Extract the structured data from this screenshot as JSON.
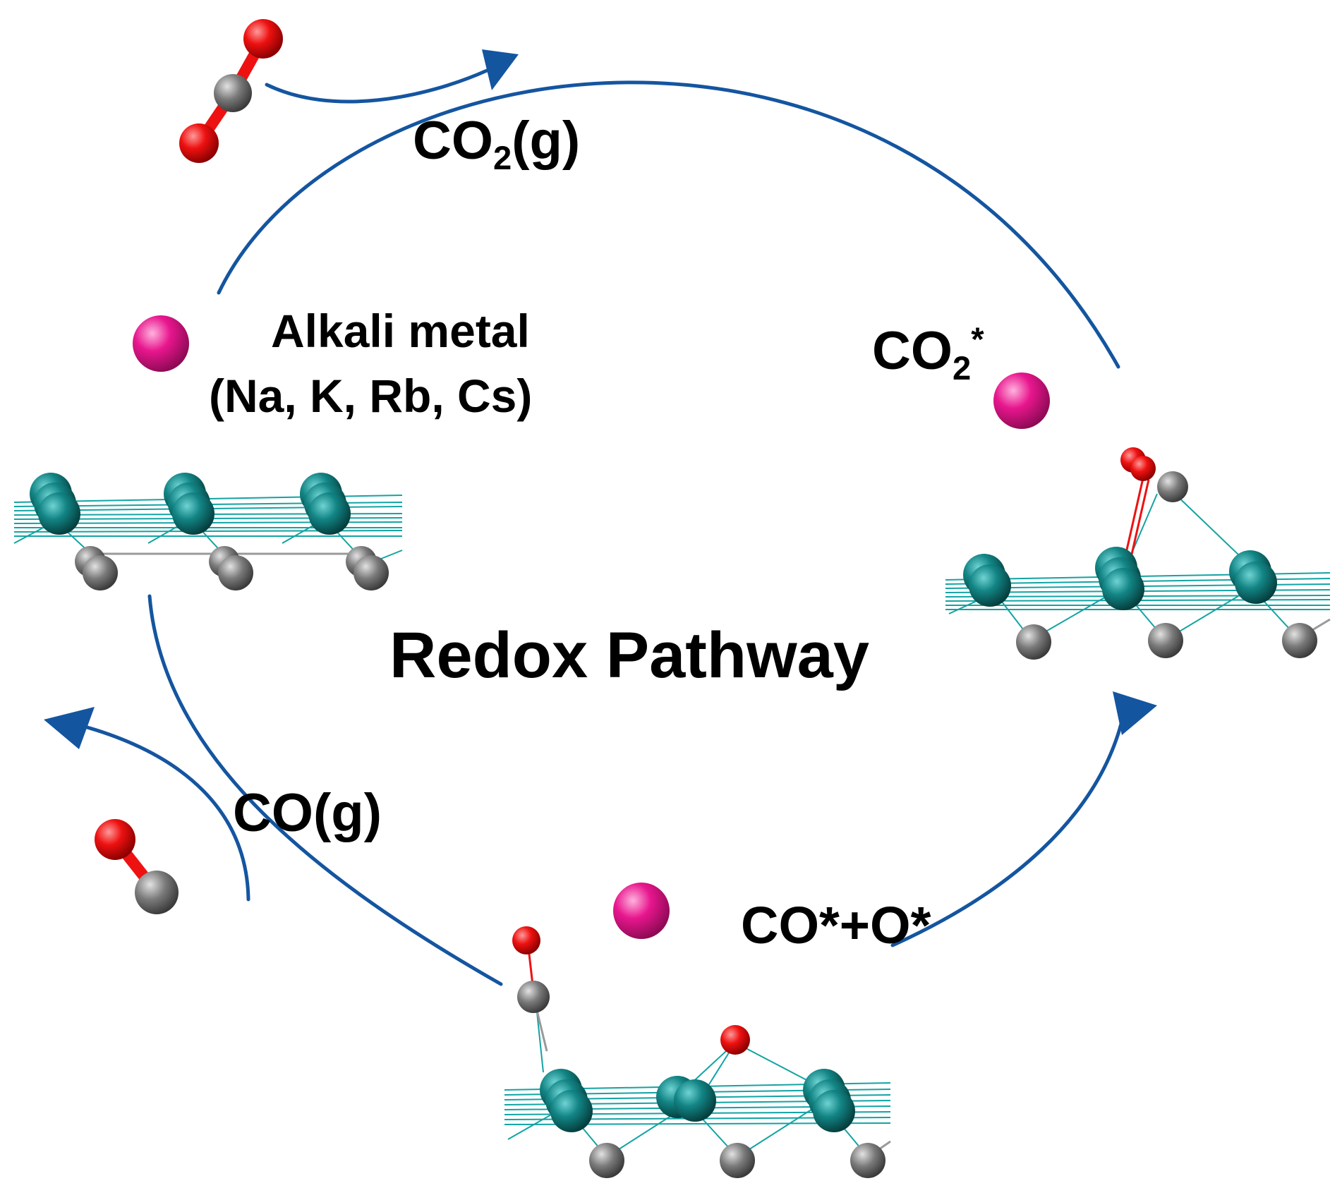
{
  "diagram": {
    "title": "Redox Pathway",
    "labels": {
      "co2_gas": {
        "main": "CO",
        "sub": "2",
        "tail": "(g)"
      },
      "alkali_line1": "Alkali metal",
      "alkali_line2": "(Na, K, Rb, Cs)",
      "co2_adsorbed": {
        "main": "CO",
        "sub": "2",
        "sup": "*"
      },
      "co_gas": "CO(g)",
      "co_o_adsorbed": "CO*+O*"
    },
    "colors": {
      "arrow": "#1455A0",
      "oxygen": "#EE1111",
      "carbon": "#767676",
      "alkali_metal": "#E8168E",
      "surface_metal": "#0E7070",
      "bond_lines": "#13A3A3"
    }
  }
}
